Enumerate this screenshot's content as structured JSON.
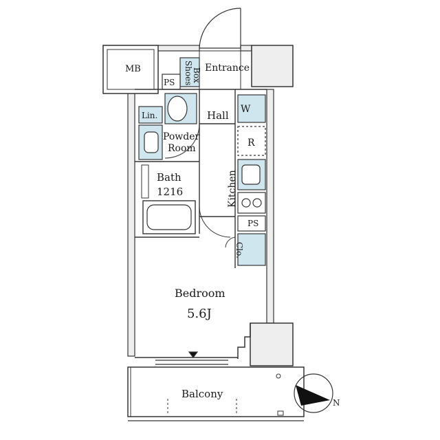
{
  "rooms": {
    "mb": "MB",
    "ps_top": "PS",
    "shoes_line1": "Shoes",
    "shoes_line2": "Box",
    "entrance": "Entrance",
    "lin": "Lin.",
    "hall": "Hall",
    "washer": "W",
    "fridge": "R",
    "powder_line1": "Powder",
    "powder_line2": "Room",
    "bath": "Bath",
    "bath_size": "1216",
    "kitchen": "Kitchen",
    "ps_mid": "PS",
    "closet": "Clo.",
    "bedroom": "Bedroom",
    "bedroom_size": "5.6J",
    "balcony": "Balcony"
  },
  "compass": {
    "label": "N"
  },
  "colors": {
    "fixture_fill": "#cfe6ef",
    "wall_fill": "#eeeeee",
    "line": "#333333"
  }
}
